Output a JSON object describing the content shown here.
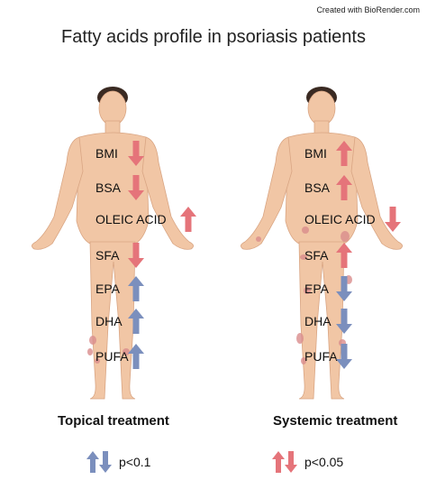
{
  "credit": "Created with BioRender.com",
  "title": "Fatty acids profile in psoriasis patients",
  "colors": {
    "up_red": "#e5747a",
    "down_red": "#e5747a",
    "blue": "#7b8fbd",
    "skin": "#f1c6a5",
    "skin_dark": "#d9a583",
    "hair": "#3a2a22",
    "lesion": "#d98c8c"
  },
  "panels": {
    "topical": {
      "heading": "Topical treatment",
      "metrics": [
        {
          "label": "BMI",
          "direction": "down",
          "color": "red"
        },
        {
          "label": "BSA",
          "direction": "down",
          "color": "red"
        },
        {
          "label": "OLEIC ACID",
          "direction": "up",
          "color": "red"
        },
        {
          "label": "SFA",
          "direction": "down",
          "color": "red"
        },
        {
          "label": "EPA",
          "direction": "up",
          "color": "blue"
        },
        {
          "label": "DHA",
          "direction": "up",
          "color": "blue"
        },
        {
          "label": "PUFA",
          "direction": "up",
          "color": "blue"
        }
      ],
      "legend": {
        "text": "p<0.1",
        "color": "blue"
      }
    },
    "systemic": {
      "heading": "Systemic treatment",
      "metrics": [
        {
          "label": "BMI",
          "direction": "up",
          "color": "red"
        },
        {
          "label": "BSA",
          "direction": "up",
          "color": "red"
        },
        {
          "label": "OLEIC ACID",
          "direction": "down",
          "color": "red"
        },
        {
          "label": "SFA",
          "direction": "up",
          "color": "red"
        },
        {
          "label": "EPA",
          "direction": "down",
          "color": "blue"
        },
        {
          "label": "DHA",
          "direction": "down",
          "color": "blue"
        },
        {
          "label": "PUFA",
          "direction": "down",
          "color": "blue"
        }
      ],
      "legend": {
        "text": "p<0.05",
        "color": "red"
      }
    }
  }
}
